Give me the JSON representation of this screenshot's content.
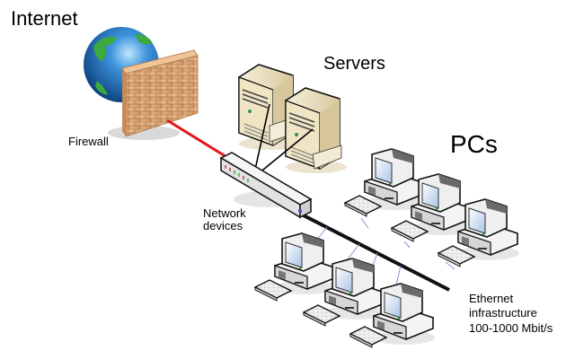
{
  "title": "Network diagram",
  "labels": {
    "internet": "Internet",
    "servers": "Servers",
    "pcs": "PCs",
    "firewall": "Firewall",
    "network_devices": [
      "Network",
      "devices"
    ],
    "ethernet": [
      "Ethernet",
      "infrastructure",
      "100-1000 Mbit/s"
    ]
  },
  "nodes": {
    "internet": {
      "icon": "globe-icon"
    },
    "firewall": {
      "icon": "brick-wall-icon"
    },
    "servers": {
      "count": 2,
      "icon": "server-tower-icon"
    },
    "switch": {
      "icon": "network-switch-icon"
    },
    "pcs": {
      "count": 6,
      "icon": "desktop-pc-icon"
    }
  },
  "colors": {
    "firewall_link": "#e8141a",
    "backbone": "#111111",
    "pc_link": "#8f8fd6",
    "wall": "#dba878",
    "server_beige": "#e9dfc0",
    "globe_blue": "#1f6fc0",
    "globe_green": "#3caa3c"
  }
}
